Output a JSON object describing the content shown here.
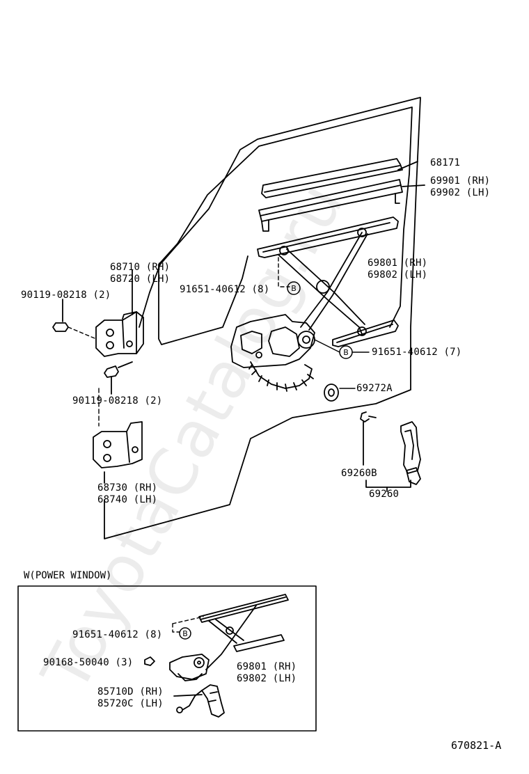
{
  "watermark": "ToyotaCatalog.ru",
  "labels": {
    "p68171": "68171",
    "p69901": "69901 (RH)",
    "p69902": "69902 (LH)",
    "p68710": "68710 (RH)",
    "p68720": "68720 (LH)",
    "p69801": "69801 (RH)",
    "p69802": "69802 (LH)",
    "bolt_top": "90119-08218 (2)",
    "screw_upper": "91651-40612 (8)",
    "screw_right": "91651-40612 (7)",
    "p69272a": "69272A",
    "bolt_bottom": "90119-08218 (2)",
    "p69260b": "69260B",
    "p69260": "69260",
    "p68730": "68730 (RH)",
    "p68740": "68740 (LH)"
  },
  "callouts": {
    "b": "B"
  },
  "power_window": {
    "title": "W(POWER WINDOW)",
    "screw": "91651-40612 (8)",
    "bolt": "90168-50040 (3)",
    "p69801": "69801 (RH)",
    "p69802": "69802 (LH)",
    "motor_rh": "85710D (RH)",
    "motor_lh": "85720C (LH)"
  },
  "figure_code": "670821-A",
  "colors": {
    "line": "#000000",
    "watermark": "#d6d6d6"
  }
}
